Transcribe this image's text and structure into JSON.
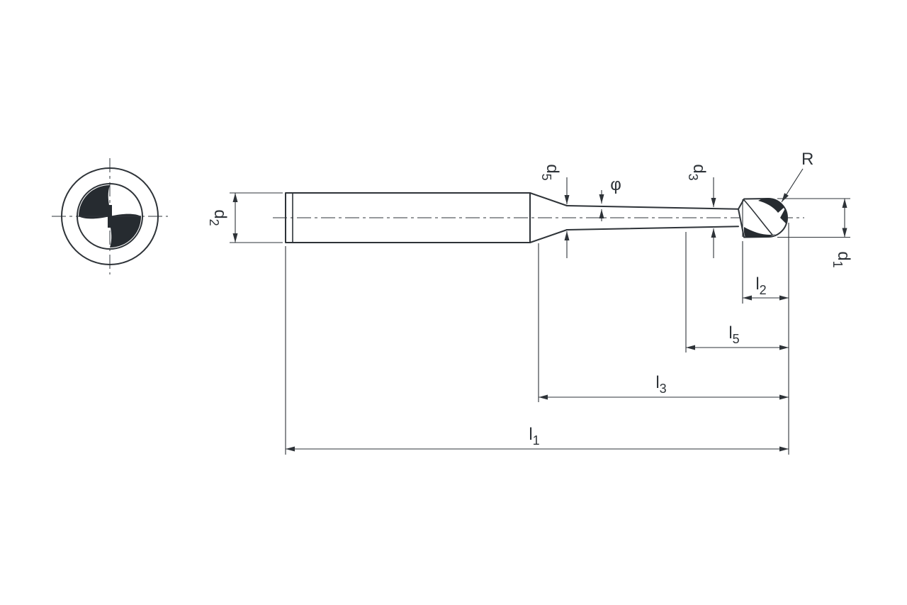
{
  "drawing": {
    "background_color": "#ffffff",
    "line_color": "#2e3338",
    "description": "Dimensioned technical line drawing of a ball nose end mill with tapered neck: end view at left, side profile view at right"
  },
  "labels": {
    "d2": {
      "base": "d",
      "sub": "2"
    },
    "d5": {
      "base": "d",
      "sub": "5"
    },
    "phi": {
      "base": "φ",
      "sub": ""
    },
    "d3": {
      "base": "d",
      "sub": "3"
    },
    "r": {
      "base": "R",
      "sub": ""
    },
    "d1": {
      "base": "d",
      "sub": "1"
    },
    "l2": {
      "base": "l",
      "sub": "2"
    },
    "l5": {
      "base": "l",
      "sub": "5"
    },
    "l3": {
      "base": "l",
      "sub": "3"
    },
    "l1": {
      "base": "l",
      "sub": "1"
    }
  }
}
